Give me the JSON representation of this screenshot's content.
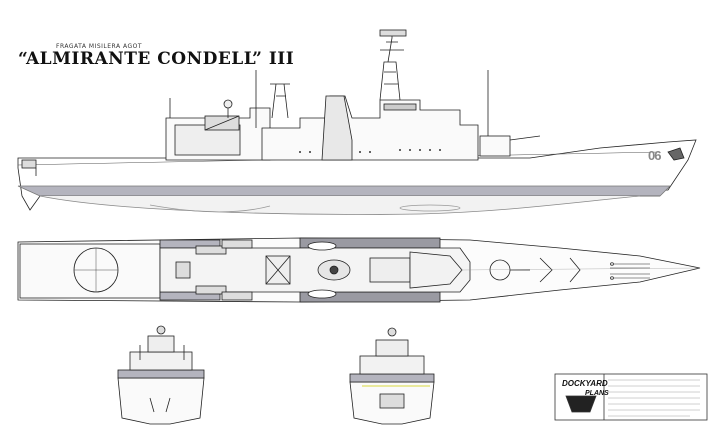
{
  "header": {
    "subtitle": "FRAGATA MISILERA AGOT",
    "title": "“ALMIRANTE CONDELL” III"
  },
  "ship": {
    "hull_number": "06"
  },
  "title_block": {
    "logo_line1": "DOCKYARD",
    "logo_line2": "PLANS"
  },
  "colors": {
    "line": "#222222",
    "hull_band": "#b4b4be",
    "deck_gray": "#9a9aa2",
    "frame": "#333333"
  }
}
